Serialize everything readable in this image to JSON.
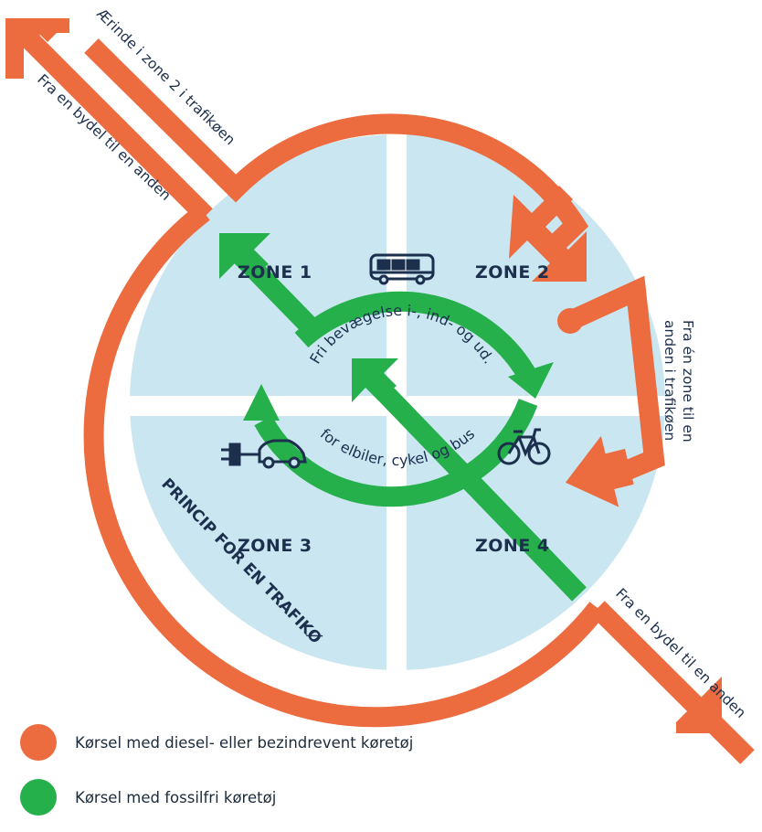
{
  "colors": {
    "orange": "#ec6b3f",
    "green": "#25b04c",
    "zone_fill": "#c9e6f1",
    "navy": "#1c2f4d",
    "white": "#ffffff"
  },
  "zones": {
    "zone1": "ZONE 1",
    "zone2": "ZONE 2",
    "zone3": "ZONE 3",
    "zone4": "ZONE 4"
  },
  "inner_text": {
    "top_arc": "Fri bevægelse i-, ind- og ud.",
    "bottom_arc": "for elbiler, cykel og bus"
  },
  "route_labels": {
    "errand": "Ærinde i zone 2 i trafikøen",
    "district_top": "Fra en bydel til en anden",
    "zone_to_zone_line1": "Fra én zone til en",
    "zone_to_zone_line2": "anden i trafikøen",
    "district_bottom": "Fra en bydel til en anden"
  },
  "principle": "PRINCIP FOR EN TRAFIKØ",
  "icons": {
    "bus": "bus-icon",
    "electric_car": "electric-car-icon",
    "bicycle": "bicycle-icon"
  },
  "legend": [
    {
      "label": "Kørsel med diesel- eller bezindrevent køretøj",
      "color": "#ec6b3f"
    },
    {
      "label": "Kørsel med fossilfri køretøj",
      "color": "#25b04c"
    }
  ]
}
